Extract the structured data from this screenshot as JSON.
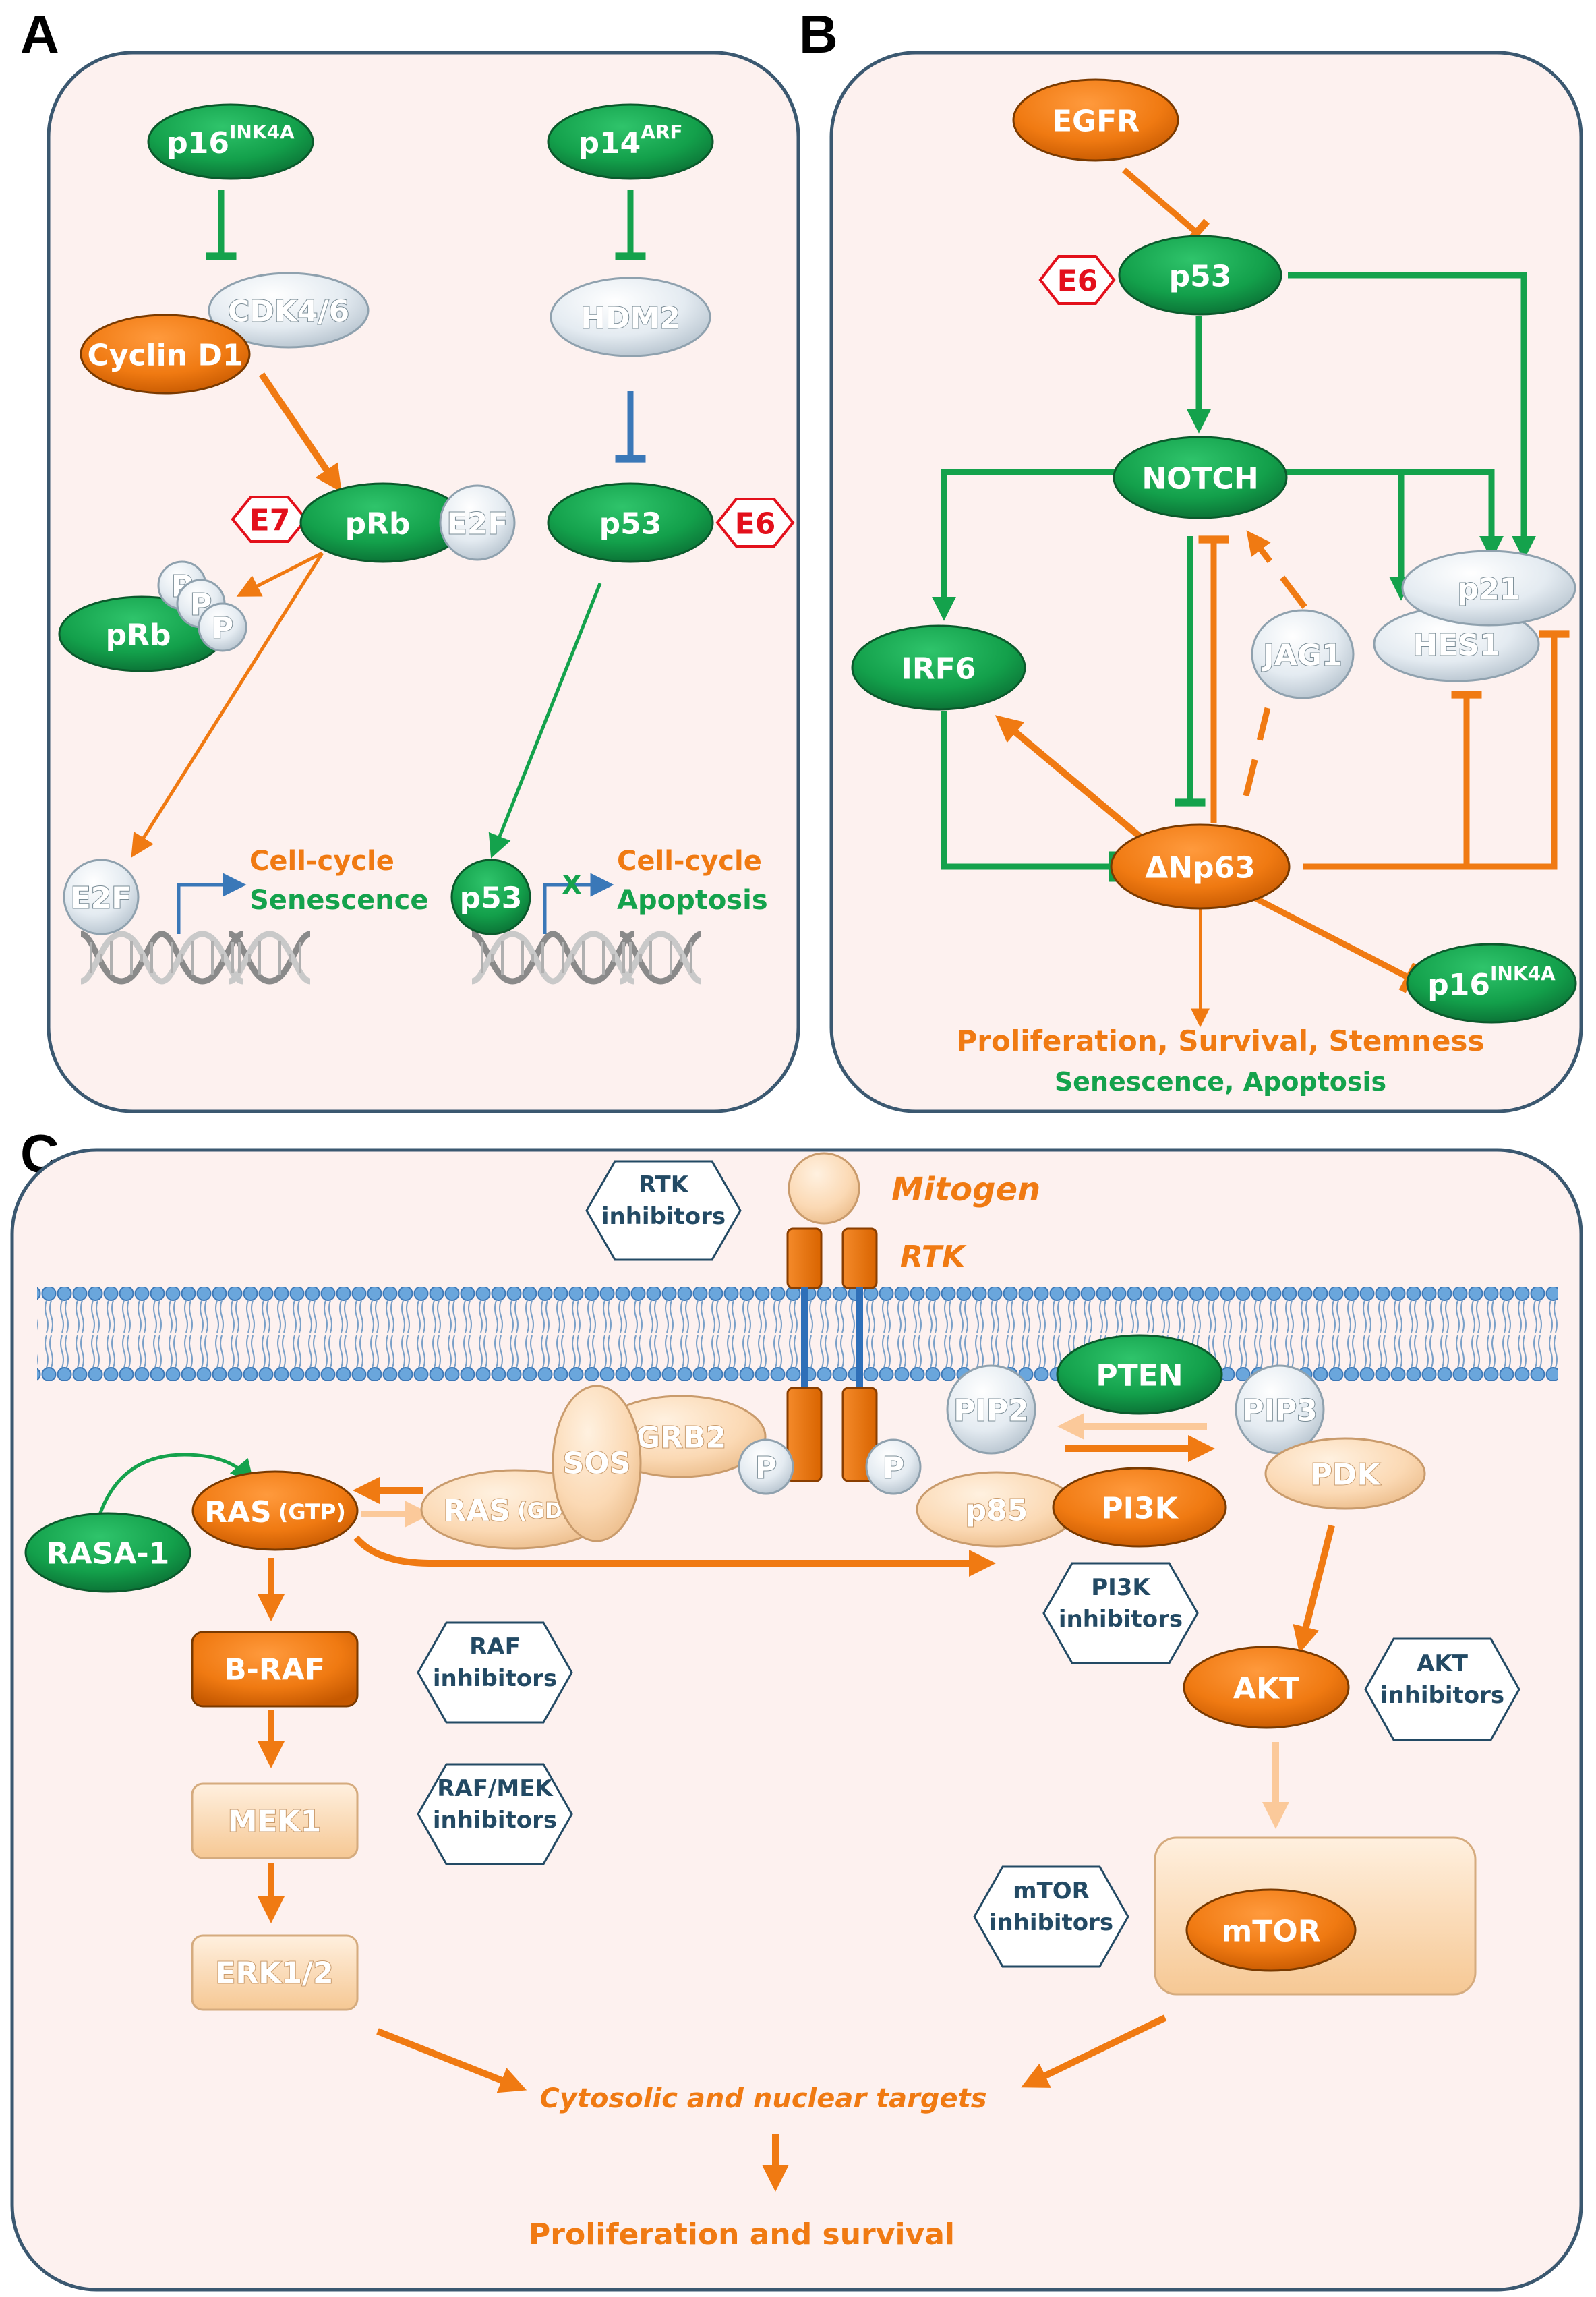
{
  "panels": {
    "a": "A",
    "b": "B",
    "c": "C"
  },
  "panel_a": {
    "p16": "p16",
    "p16_sup": "INK4A",
    "p14": "p14",
    "p14_sup": "ARF",
    "cdk46": "CDK4/6",
    "cyclin_d1": "Cyclin D1",
    "hdm2": "HDM2",
    "e7": "E7",
    "prb": "pRb",
    "e2f": "E2F",
    "p53": "p53",
    "e6": "E6",
    "prb_phos": "pRb",
    "phos": "P",
    "e2f_dna": "E2F",
    "p53_dna": "p53",
    "cell_cycle_left": "Cell-cycle",
    "senescence": "Senescence",
    "block_mark": "X",
    "cell_cycle_right": "Cell-cycle",
    "apoptosis": "Apoptosis"
  },
  "panel_b": {
    "egfr": "EGFR",
    "e6": "E6",
    "p53": "p53",
    "notch": "NOTCH",
    "irf6": "IRF6",
    "jag1": "JAG1",
    "p21": "p21",
    "hes1": "HES1",
    "dnp63": "ΔNp63",
    "p16": "p16",
    "p16_sup": "INK4A",
    "outcome_orange": "Proliferation, Survival, Stemness",
    "outcome_green": "Senescence, Apoptosis"
  },
  "panel_c": {
    "mitogen": "Mitogen",
    "rtk": "RTK",
    "rtk_inhibitors": [
      "RTK",
      "inhibitors"
    ],
    "pten": "PTEN",
    "pip2": "PIP2",
    "pip3": "PIP3",
    "pdk": "PDK",
    "sos": "SOS",
    "grb2": "GRB2",
    "phos": "P",
    "p85": "p85",
    "pi3k": "PI3K",
    "pi3k_inhibitors": [
      "PI3K",
      "inhibitors"
    ],
    "ras_gtp": "RAS",
    "gtp": "(GTP)",
    "ras_gdp": "RAS",
    "gdp": "(GDP)",
    "rasa1": "RASA-1",
    "braf": "B-RAF",
    "raf_inhibitors": [
      "RAF",
      "inhibitors"
    ],
    "mek1": "MEK1",
    "rafmek_inhibitors": [
      "RAF/MEK",
      "inhibitors"
    ],
    "erk": "ERK1/2",
    "akt": "AKT",
    "akt_inhibitors": [
      "AKT",
      "inhibitors"
    ],
    "mtor": "mTOR",
    "mtor_inhibitors": [
      "mTOR",
      "inhibitors"
    ],
    "targets": "Cytosolic and nuclear targets",
    "outcome": "Proliferation and survival"
  },
  "colors": {
    "orange": "#f07a12",
    "green": "#14a24c",
    "dark_green": "#0b6e35",
    "light_orange": "#fbd9b4",
    "grey_node": "#dfe6ec",
    "panel_fill": "#fdf1ef",
    "panel_border": "#3b5870",
    "membrane_blue": "#5c93c9",
    "inhibitor_blue": "#3a78b8"
  }
}
